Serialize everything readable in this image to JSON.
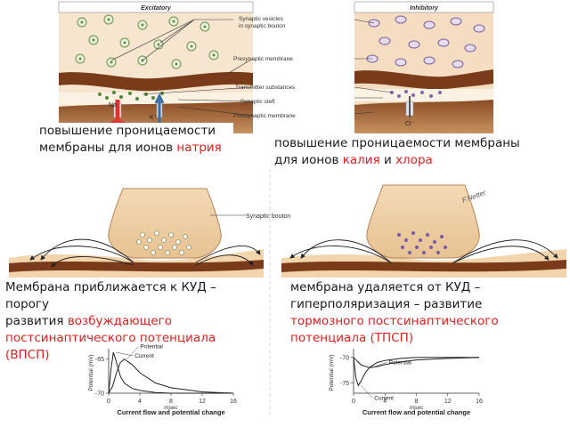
{
  "top_left": {
    "header": "Excitatory",
    "labels": {
      "vesicles_line1": "Synaptic vesicles",
      "vesicles_line2": "in synaptic bouton",
      "presynaptic": "Presynaptic membrane",
      "transmitter": "Transmitter substances",
      "cleft": "Synaptic cleft",
      "postsynaptic": "Postsynaptic membrane"
    },
    "ion_na": "Na",
    "ion_k": "K⁺"
  },
  "top_right": {
    "header": "Inhibitory",
    "ion_cl": "Cl⁻"
  },
  "caption_excitatory": {
    "line1": "повышение  проницаемости",
    "line2_prefix": "мембраны для ионов ",
    "line2_red": "натрия"
  },
  "caption_inhibitory": {
    "line1": "повышение  проницаемости мембраны",
    "line2_prefix": "для ионов ",
    "red1": "калия",
    "mid": " и ",
    "red2": "хлора"
  },
  "bouton_label": "Synaptic bouton",
  "signature": "F.Netter",
  "caption_epsp": {
    "line1": "Мембрана приближается к КУД –",
    "line2": "порогу",
    "line3_prefix": "развития ",
    "line3_red": "возбуждающего",
    "line4_red": "постсинаптического  потенциала",
    "line5_red": "(ВПСП)"
  },
  "caption_ipsp": {
    "line1": "мембрана удаляется от КУД –",
    "line2": "гиперполяризация –  развитие",
    "line3_red": "тормозного постсинаптического",
    "line4_red": "потенциала (ТПСП)"
  },
  "chart_data": [
    {
      "type": "line",
      "title": "Current flow and potential change",
      "ylabel": "Potential (mV)",
      "xlabel": "msec",
      "xticks": [
        "0",
        "4",
        "8",
        "12",
        "16"
      ],
      "yticks": [
        "-65",
        "-70"
      ],
      "series": [
        {
          "name": "Potential",
          "x": [
            0,
            0.5,
            1,
            1.5,
            2,
            3,
            4,
            6,
            8,
            12,
            16
          ],
          "y": [
            -70,
            -69,
            -67,
            -65.5,
            -65,
            -65.8,
            -67,
            -68.5,
            -69.2,
            -69.8,
            -70
          ]
        },
        {
          "name": "Current",
          "x": [
            0,
            0.3,
            0.6,
            1,
            1.5,
            2,
            3,
            4,
            6,
            8,
            12,
            16
          ],
          "y": [
            -70,
            -66.5,
            -64,
            -65.5,
            -67.5,
            -68.5,
            -69.3,
            -69.6,
            -69.9,
            -70,
            -70,
            -70
          ]
        }
      ],
      "ylim": [
        -70,
        -64
      ]
    },
    {
      "type": "line",
      "title": "Current flow and potential change",
      "ylabel": "Potential (mV)",
      "xlabel": "msec",
      "xticks": [
        "0",
        "4",
        "8",
        "12",
        "16"
      ],
      "yticks": [
        "-70",
        "-75"
      ],
      "series": [
        {
          "name": "Potential",
          "x": [
            0,
            0.5,
            1,
            2,
            3,
            4,
            6,
            8,
            12,
            16
          ],
          "y": [
            -70,
            -70.8,
            -71.5,
            -72,
            -71.8,
            -71.4,
            -70.9,
            -70.5,
            -70.2,
            -70
          ]
        },
        {
          "name": "Current",
          "x": [
            0,
            0.3,
            0.6,
            1,
            1.5,
            2,
            3,
            4,
            6,
            8,
            12,
            16
          ],
          "y": [
            -70,
            -74,
            -75.5,
            -74.5,
            -73,
            -72,
            -71,
            -70.6,
            -70.2,
            -70,
            -70,
            -70
          ]
        }
      ],
      "ylim": [
        -77,
        -69
      ]
    }
  ]
}
